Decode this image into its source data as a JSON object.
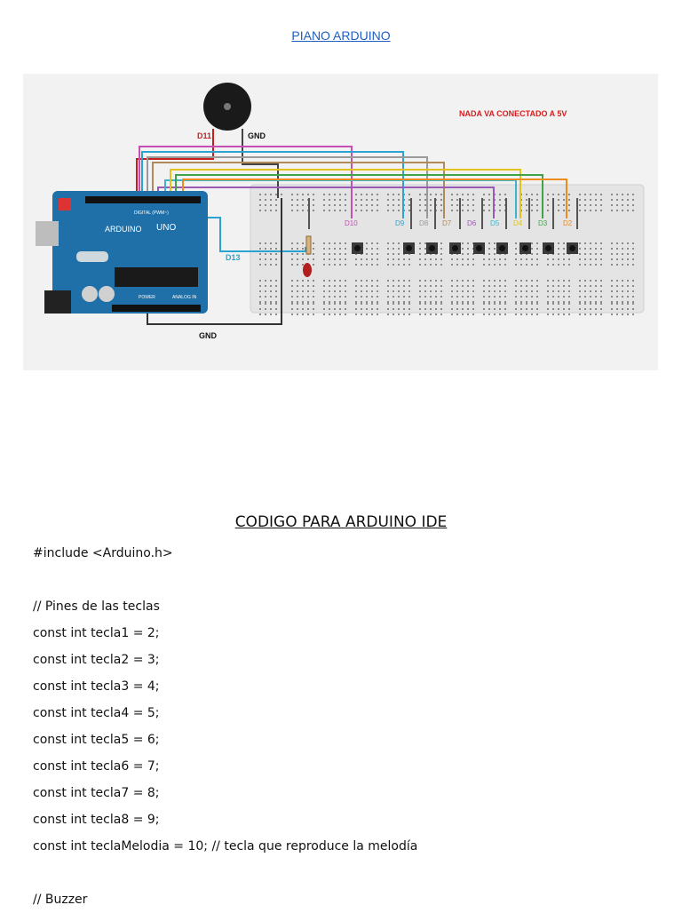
{
  "document": {
    "title": "PIANO ARDUINO",
    "code_title": "CODIGO PARA ARDUINO IDE"
  },
  "figure": {
    "note": "NADA VA CONECTADO A 5V",
    "gnd_top": "GND",
    "gnd_bottom": "GND",
    "d11": "D11",
    "d13": "D13",
    "pins": [
      "D10",
      "D9",
      "D8",
      "D7",
      "D6",
      "D5",
      "D4",
      "D3",
      "D2"
    ],
    "board_brand": "ARDUINO",
    "board_model": "UNO",
    "board_digital": "DIGITAL (PWM~)",
    "board_power": "POWER",
    "board_analog": "ANALOG IN",
    "colors": {
      "board": "#1f6fa8",
      "breadboard": "#e4e4e4",
      "note": "#d42020",
      "d11": "#c81e1e",
      "d13": "#1f9fd8"
    }
  },
  "code_lines": [
    "#include <Arduino.h>",
    "",
    "// Pines de las teclas",
    "const int tecla1 = 2;",
    "const int tecla2 = 3;",
    "const int tecla3 = 4;",
    "const int tecla4 = 5;",
    "const int tecla5 = 6;",
    "const int tecla6 = 7;",
    "const int tecla7 = 8;",
    "const int tecla8 = 9;",
    "const int teclaMelodia = 10; // tecla que reproduce la melodía",
    "",
    "// Buzzer"
  ]
}
